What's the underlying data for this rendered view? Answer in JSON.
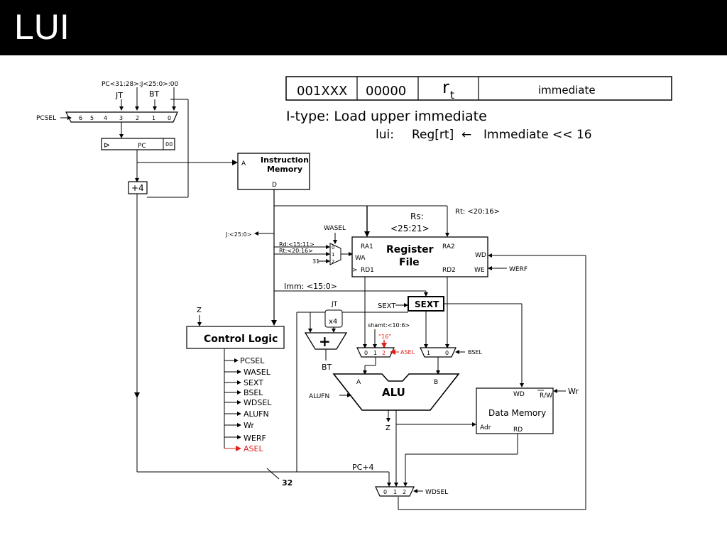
{
  "title": "LUI",
  "instruction_format": {
    "fields": [
      "001XXX",
      "00000",
      "r",
      "immediate"
    ],
    "rt_subscript": "t",
    "caption": "I-type: Load upper immediate",
    "operation_prefix": "lui:",
    "operation": "Reg[rt]",
    "arrow": "←",
    "operation_rhs": "Immediate << 16"
  },
  "pc_select": {
    "pc_inputs": "PC<31:28>:J<25:0>:00",
    "jt": "JT",
    "bt": "BT",
    "pcsel": "PCSEL",
    "mux_inputs": [
      "6",
      "5",
      "4",
      "3",
      "2",
      "1",
      "0"
    ],
    "pc_label": "PC",
    "pc_low": "00",
    "plus4": "+4",
    "clock": "⊳"
  },
  "instruction_memory": {
    "line1": "Instruction",
    "line2": "Memory",
    "a": "A",
    "d": "D"
  },
  "fields": {
    "j": "J:<25:0>",
    "rs_line1": "Rs:",
    "rs_line2": "<25:21>",
    "rt": "Rt: <20:16>",
    "wasel": "WASEL",
    "rd": "Rd:<15:11>",
    "rt_mux": "Rt:<20:16>",
    "r31": "31",
    "wa_mux_inputs": [
      "0",
      "1",
      "2"
    ],
    "imm": "Imm: <15:0>"
  },
  "register_file": {
    "line1": "Register",
    "line2": "File",
    "ra1": "RA1",
    "ra2": "RA2",
    "wa": "WA",
    "wd": "WD",
    "rd1": "RD1",
    "rd2": "RD2",
    "we": "WE",
    "werf": "WERF",
    "clock": ">"
  },
  "sext": {
    "box": "SEXT",
    "signal": "SEXT"
  },
  "branch": {
    "jt": "JT",
    "x4": "x4",
    "plus": "+",
    "bt": "BT"
  },
  "asel": {
    "shamt": "shamt:<10:6>",
    "sixteen": "“16”",
    "inputs": [
      "0",
      "1",
      "2"
    ],
    "label": "ASEL"
  },
  "bsel": {
    "inputs": [
      "1",
      "0"
    ],
    "label": "BSEL"
  },
  "alu": {
    "label": "ALU",
    "a": "A",
    "b": "B",
    "alufn": "ALUFN",
    "z": "Z"
  },
  "data_memory": {
    "label": "Data Memory",
    "wd": "WD",
    "rw": "R/W",
    "wr": "Wr",
    "adr": "Adr",
    "rd": "RD"
  },
  "control": {
    "label": "Control Logic",
    "z": "Z",
    "signals": [
      "PCSEL",
      "WASEL",
      "SEXT",
      "BSEL",
      "WDSEL",
      "ALUFN",
      "Wr",
      "WERF",
      "ASEL"
    ]
  },
  "wdsel": {
    "pc4": "PC+4",
    "width": "32",
    "inputs": [
      "0",
      "1",
      "2"
    ],
    "label": "WDSEL"
  },
  "colors": {
    "highlight": "#e0201b",
    "title_bar": "#000000",
    "title_text": "#ffffff"
  }
}
